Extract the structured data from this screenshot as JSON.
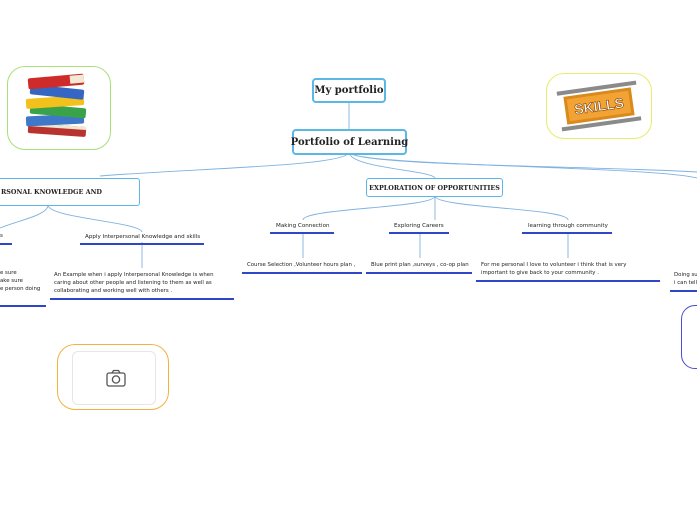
{
  "nodes": {
    "root": "My portfolio",
    "center": "Portfolio of Learning",
    "branch_left": "RSONAL KNOWLEDGE AND",
    "branch_middle": "EXPLORATION OF OPPORTUNITIES"
  },
  "left_children": {
    "stub": "s",
    "apply": "Apply Interpersonal Knowledge and skills",
    "left_text": [
      "e sure",
      "ake sure",
      "e person doing"
    ],
    "apply_text": [
      "An Example when i apply Interpersonal Knowledge is when",
      "caring about other people and listening to them as well as",
      "collaborating  and working well with others ."
    ]
  },
  "middle_children": {
    "making_connection": "Making Connection",
    "exploring_careers": "Exploring Careers",
    "learning_community": "learning through community",
    "making_connection_text": "Course Selection ,Volunteer hours plan ,",
    "exploring_careers_text": "Blue print plan ,surveys , co-op plan",
    "learning_community_text": [
      "For me personal I love to volunteer i think that is very",
      "important to give back to your community ."
    ]
  },
  "right_partial": {
    "text": [
      "Doing su",
      "i can tell"
    ]
  },
  "images": {
    "books": "books-illustration",
    "skills": "SKILLS",
    "camera": "camera-icon"
  },
  "colors": {
    "connector": "#7fb2e0",
    "node_border": "#5ab7e6",
    "underline": "#2e47c8",
    "books_frame": "#a9e07a",
    "skills_frame": "#e9ec6a",
    "camera_frame": "#f3b23e"
  }
}
